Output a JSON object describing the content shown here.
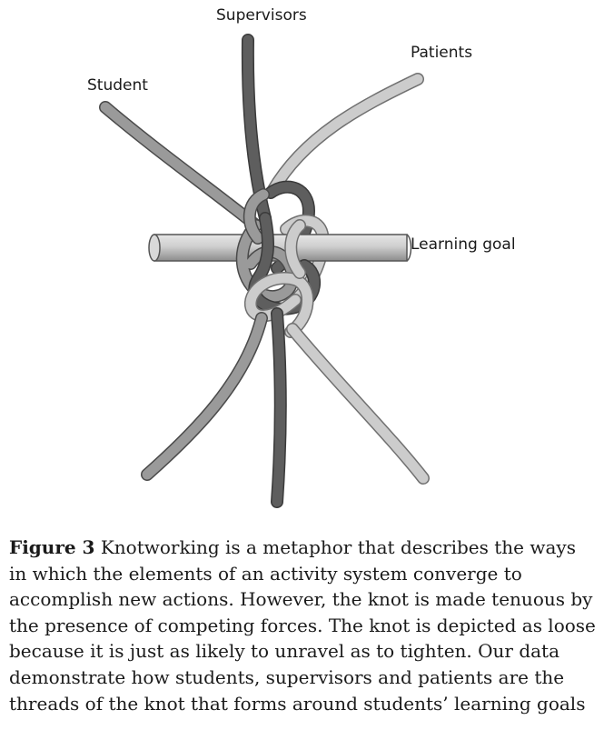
{
  "labels": {
    "supervisors": "Supervisors",
    "patients": "Patients",
    "student": "Student",
    "learning_goal": "Learning goal"
  },
  "caption": {
    "figure_label": "Figure 3",
    "text": "Knotworking is a metaphor that describes the ways in which the elements of an activity system converge to accomplish new actions. However, the knot is made tenuous by the presence of competing forces. The knot is depicted as loose because it is just as likely to unravel as to tighten. Our data demonstrate how students, supervisors and patients are the threads of the knot that forms around students’ learning goals"
  },
  "colors": {
    "supervisors_thread": "#5d5d5d",
    "student_thread": "#9a9a9a",
    "patients_thread": "#c8c8c8",
    "rod": "#bdbdbd"
  }
}
